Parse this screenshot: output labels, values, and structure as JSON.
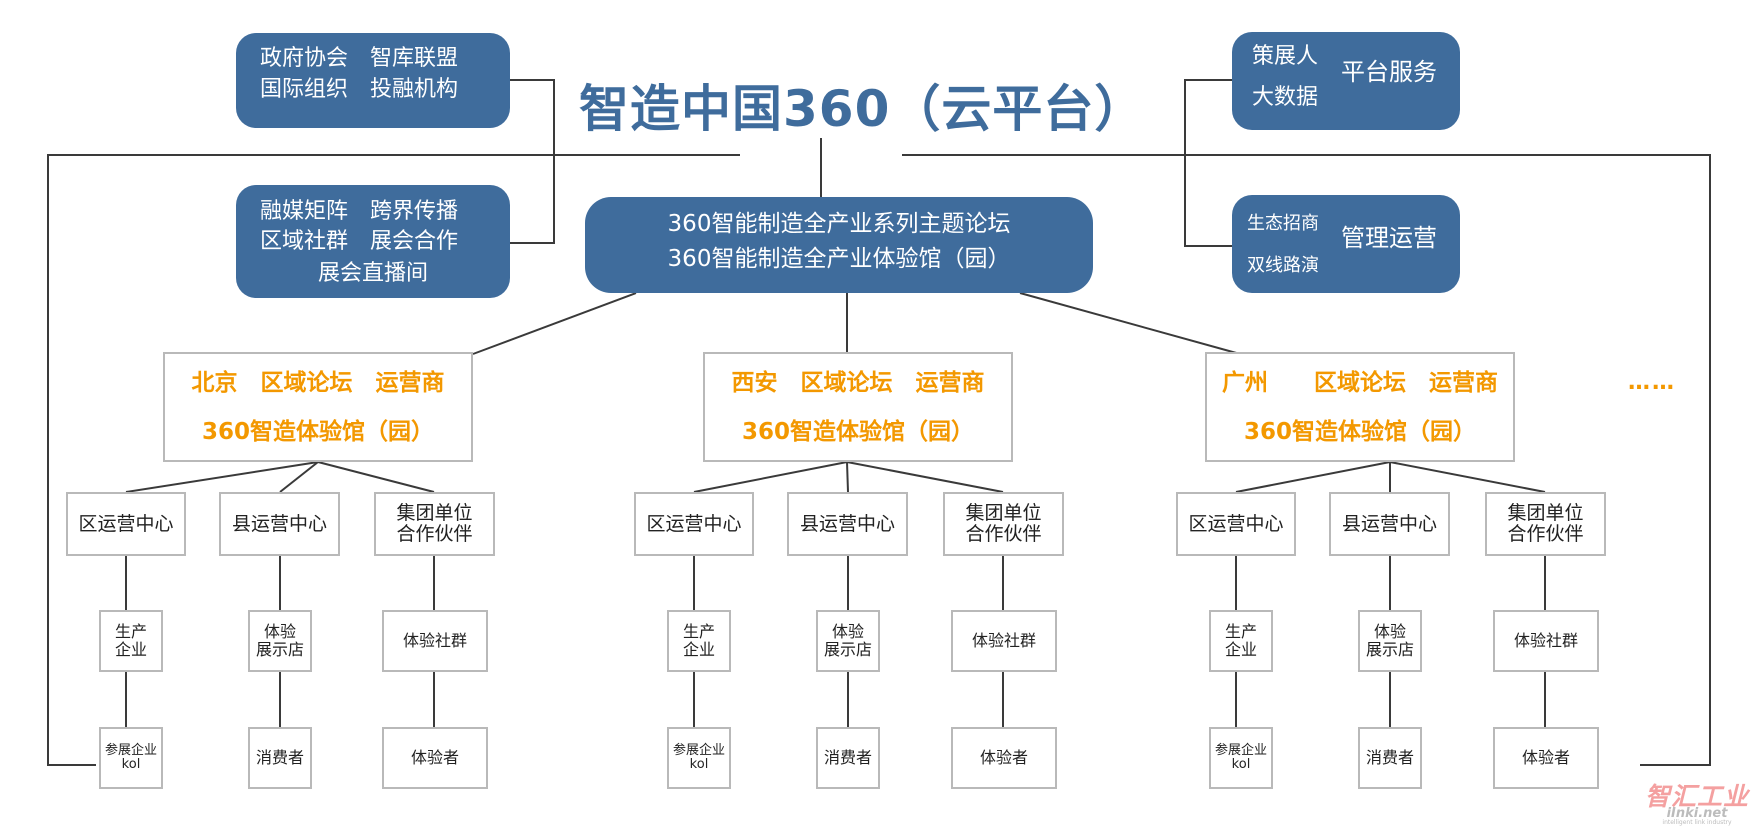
{
  "title": "智造中国360（云平台）",
  "top_left_partners": {
    "line1": "政府协会　智库联盟",
    "line2": "国际组织　投融机构"
  },
  "bottom_left_media": {
    "line1": "融媒矩阵　跨界传播",
    "line2": "区域社群　展会合作",
    "line3": "展会直播间"
  },
  "top_right_services": {
    "item1": "策展人",
    "item2": "大数据",
    "label": "平台服务"
  },
  "bottom_right_operations": {
    "item1": "生态招商",
    "item2": "双线路演",
    "label": "管理运营"
  },
  "center_hub": {
    "line1": "360智能制造全产业系列主题论坛",
    "line2": "360智能制造全产业体验馆（园）"
  },
  "regions": [
    {
      "header_line1": "北京　区域论坛　运营商",
      "header_line2": "360智造体验馆（园）",
      "centers": [
        {
          "label": "区运营中心",
          "level2": [
            "生产",
            "企业"
          ],
          "level3": [
            "参展企业",
            "kol"
          ]
        },
        {
          "label": "县运营中心",
          "level2": [
            "体验",
            "展示店"
          ],
          "level3": [
            "消费者"
          ]
        },
        {
          "label": [
            "集团单位",
            "合作伙伴"
          ],
          "level2": [
            "体验社群"
          ],
          "level3": [
            "体验者"
          ]
        }
      ]
    },
    {
      "header_line1": "西安　区域论坛　运营商",
      "header_line2": "360智造体验馆（园）",
      "centers": [
        {
          "label": "区运营中心",
          "level2": [
            "生产",
            "企业"
          ],
          "level3": [
            "参展企业",
            "kol"
          ]
        },
        {
          "label": "县运营中心",
          "level2": [
            "体验",
            "展示店"
          ],
          "level3": [
            "消费者"
          ]
        },
        {
          "label": [
            "集团单位",
            "合作伙伴"
          ],
          "level2": [
            "体验社群"
          ],
          "level3": [
            "体验者"
          ]
        }
      ]
    },
    {
      "header_line1": "广州　　区域论坛　运营商",
      "header_line2": "360智造体验馆（园）",
      "centers": [
        {
          "label": "区运营中心",
          "level2": [
            "生产",
            "企业"
          ],
          "level3": [
            "参展企业",
            "kol"
          ]
        },
        {
          "label": "县运营中心",
          "level2": [
            "体验",
            "展示店"
          ],
          "level3": [
            "消费者"
          ]
        },
        {
          "label": [
            "集团单位",
            "合作伙伴"
          ],
          "level2": [
            "体验社群"
          ],
          "level3": [
            "体验者"
          ]
        }
      ]
    }
  ],
  "more_indicator": "……",
  "watermark": {
    "main": "智汇工业",
    "url": "iInki.net",
    "subtitle": "intelligent link industry"
  },
  "colors": {
    "primary_blue": "#3f6c9c",
    "accent_orange": "#f39800",
    "box_border": "#b9b9b9",
    "line": "#3a3a3a"
  }
}
